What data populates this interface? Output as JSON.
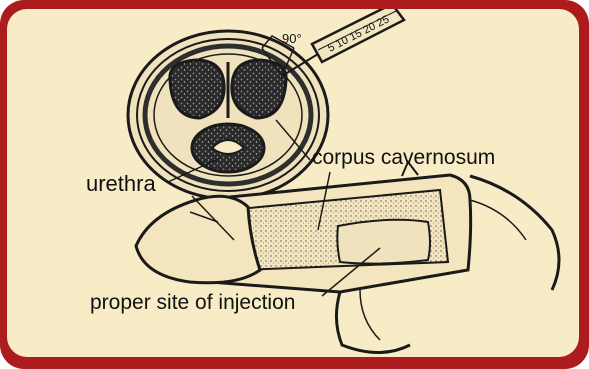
{
  "colors": {
    "frame": "#ad1c1c",
    "panel": "#f8ecc7",
    "ink": "#1a1a1a",
    "shade": "#2e2e2e"
  },
  "diagram": {
    "angle_label": "90°",
    "syringe_scale": "5 10 15 20 25",
    "labels": {
      "urethra": "urethra",
      "corpus": "corpus cavernosum",
      "injection": "proper site of injection"
    }
  }
}
